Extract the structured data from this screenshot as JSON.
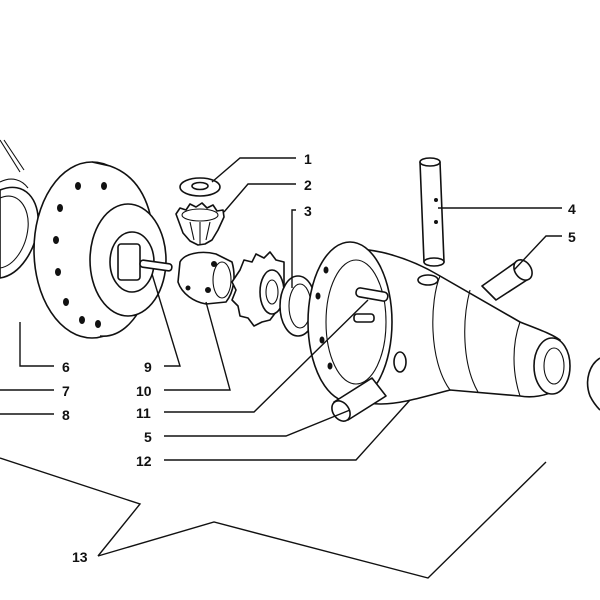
{
  "diagram": {
    "callouts": [
      {
        "id": "c1",
        "label": "1"
      },
      {
        "id": "c2",
        "label": "2"
      },
      {
        "id": "c3",
        "label": "3"
      },
      {
        "id": "c4",
        "label": "4"
      },
      {
        "id": "c5a",
        "label": "5"
      },
      {
        "id": "c6",
        "label": "6"
      },
      {
        "id": "c7",
        "label": "7"
      },
      {
        "id": "c8",
        "label": "8"
      },
      {
        "id": "c9",
        "label": "9"
      },
      {
        "id": "c10",
        "label": "10"
      },
      {
        "id": "c11",
        "label": "11"
      },
      {
        "id": "c5b",
        "label": "5"
      },
      {
        "id": "c12",
        "label": "12"
      },
      {
        "id": "c13",
        "label": "13"
      }
    ]
  }
}
